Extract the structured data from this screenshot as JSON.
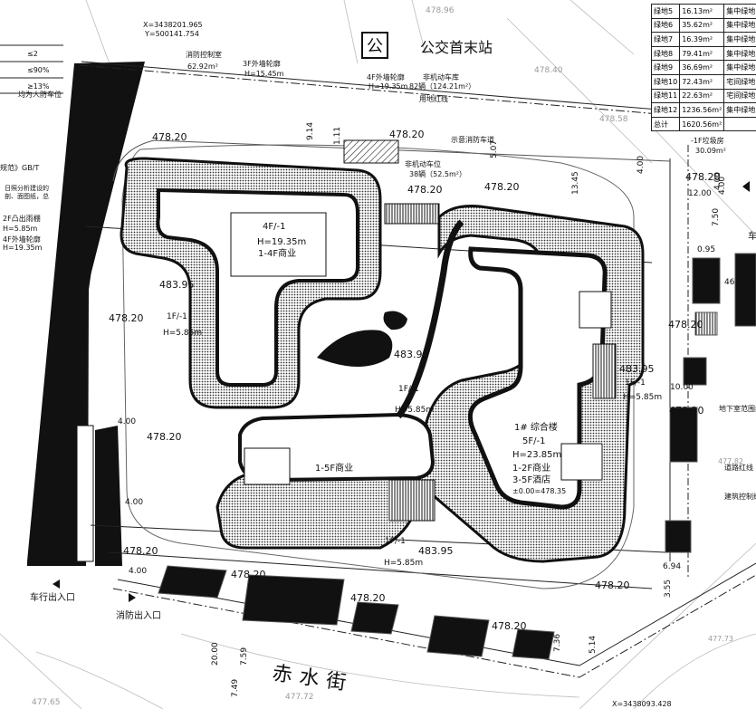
{
  "drawing": {
    "title_icon": "公",
    "title": "公交首末站",
    "street_name": "赤水街",
    "coord_top": [
      "X=3438201.965",
      "Y=500141.754"
    ],
    "coord_bottom": "X=3438093.428"
  },
  "elevations": [
    "478.20",
    "478.20",
    "478.20",
    "478.20",
    "478.20",
    "478.20",
    "478.20",
    "478.20",
    "478.20",
    "478.20",
    "478.20",
    "478.20"
  ],
  "platform_levels": [
    "483.95",
    "483.95",
    "483.95",
    "483.95"
  ],
  "terrain_levels": [
    "478.96",
    "478.40",
    "478.58",
    "477.82",
    "477.73",
    "477.72",
    "477.65"
  ],
  "buildings": {
    "b1": {
      "line1": "4F/-1",
      "line2": "H=19.35m",
      "line3": "1-4F商业"
    },
    "b2": {
      "line1": "1F/-1",
      "line2": "H=5.85m"
    },
    "b3": {
      "line1": "1F/-1",
      "line2": "H=5.85m"
    },
    "b4": {
      "line1": "1F/-1",
      "line2": "H=5.85m"
    },
    "b5": {
      "line1": "1F/-1",
      "line2": "H=5.85m"
    },
    "podium_label": "1-5F商业",
    "complex": {
      "line1": "1# 综合楼",
      "line2": "5F/-1",
      "line3": "H=23.85m",
      "line4": "1-2F商业",
      "line5": "3-5F酒店",
      "line6": "±0.00=478.35"
    }
  },
  "annotations": {
    "fire_room": [
      "消防控制室",
      "62.92m²"
    ],
    "outline3f": [
      "3F外墙轮廓",
      "H=15.45m"
    ],
    "outline4f": [
      "4F外墙轮廓",
      "H=19.35m"
    ],
    "bike_garage": [
      "非机动车库",
      "82辆（124.21m²）"
    ],
    "land_line": "用地红线",
    "fire_lane": "示意消防车道",
    "bike_spot": [
      "非机动车位",
      "38辆（52.5m²）"
    ],
    "trash": [
      "-1F垃圾房",
      "30.09m²"
    ],
    "basement_range": "地下室范围线",
    "road_red_line": "道路红线",
    "build_control": "建筑控制线",
    "canopy": [
      "2F凸出雨棚",
      "H=5.85m"
    ],
    "outline4f_left": "4F外墙轮廓",
    "h1935": "H=19.35m",
    "car_entry": "车行出入口",
    "fire_entry": "消防出入口",
    "car_right": "车"
  },
  "left_notes": [
    "≤2",
    "≤90%",
    "≥13%",
    "均为人防车位",
    "规范》GB/T",
    "日照分析建设的",
    "剖、面图纸，总"
  ],
  "dimensions": [
    "4.00",
    "4.00",
    "4.00",
    "4.50",
    "4.00",
    "7.59",
    "20.00",
    "7.49",
    "7.36",
    "5.14",
    "6.94",
    "3.55",
    "10.00",
    "7.50",
    "4.00",
    "12.00",
    "0.95",
    "13.45",
    "5.07",
    "1.11",
    "9.14",
    "4.00",
    "9",
    "46"
  ],
  "legend": {
    "rows": [
      [
        "绿地5",
        "16.13m²",
        "集中绿地"
      ],
      [
        "绿地6",
        "35.62m²",
        "集中绿地"
      ],
      [
        "绿地7",
        "16.39m²",
        "集中绿地"
      ],
      [
        "绿地8",
        "79.41m²",
        "集中绿地"
      ],
      [
        "绿地9",
        "36.69m²",
        "集中绿地"
      ],
      [
        "绿地10",
        "72.43m²",
        "宅间绿地"
      ],
      [
        "绿地11",
        "22.63m²",
        "宅间绿地"
      ],
      [
        "绿地12",
        "1236.56m²",
        "集中绿地"
      ],
      [
        "总计",
        "1620.56m²",
        ""
      ]
    ]
  }
}
